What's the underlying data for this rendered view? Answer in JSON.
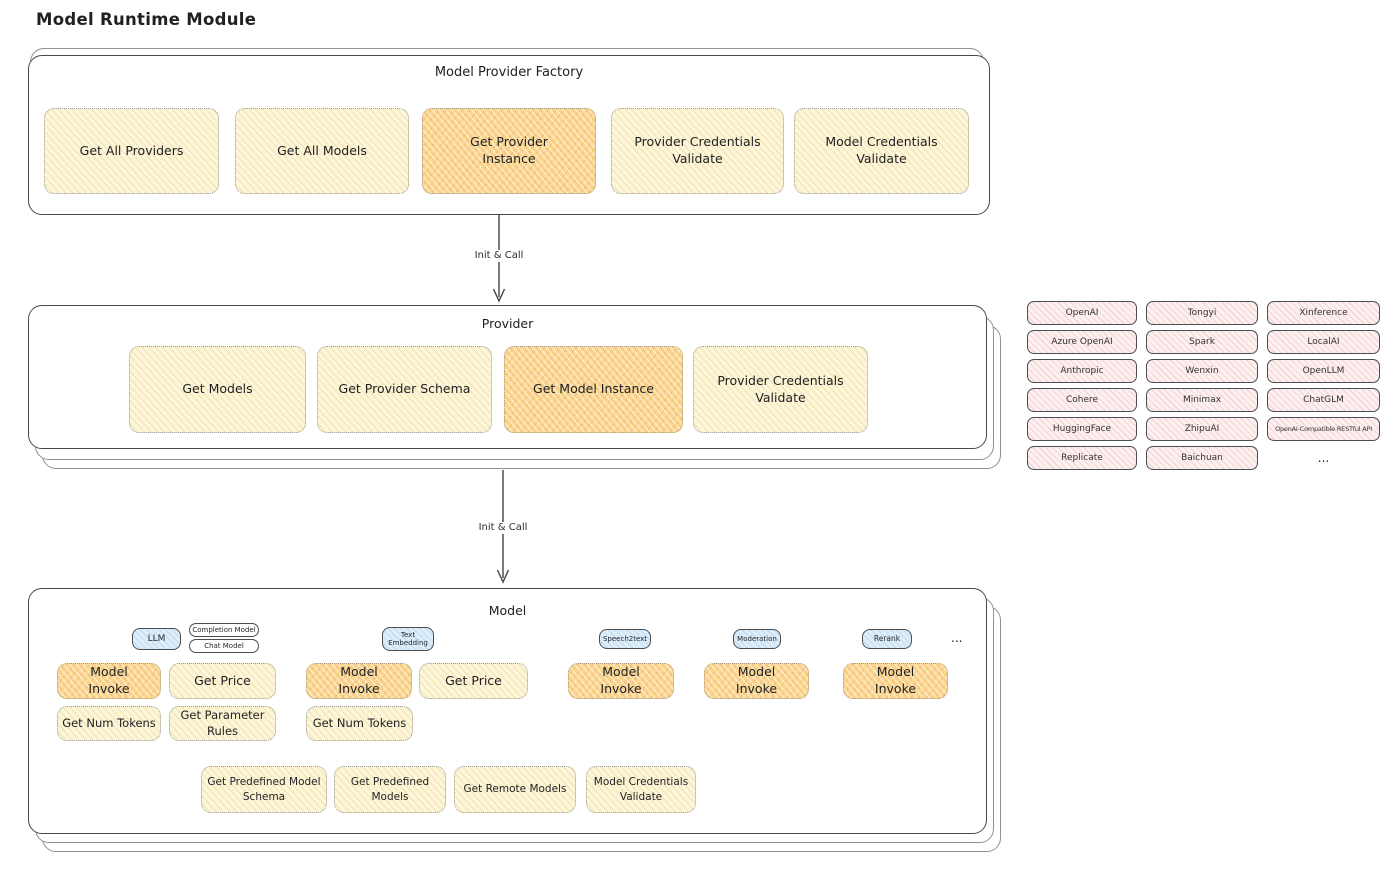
{
  "diagram_title": "Model Runtime Module",
  "colors": {
    "node_yellow": "#fdf6d9",
    "node_orange": "#fad48f",
    "provider_pink": "#fdf0f0",
    "tab_blue": "#ddeefa",
    "panel_border": "#46494e"
  },
  "factory": {
    "title": "Model Provider Factory",
    "nodes": [
      "Get All Providers",
      "Get All Models",
      "Get Provider Instance",
      "Provider Credentials Validate",
      "Model Credentials Validate"
    ]
  },
  "edges": {
    "factory_to_provider": "Init & Call",
    "provider_to_model": "Init & Call"
  },
  "provider": {
    "title": "Provider",
    "nodes": [
      "Get Models",
      "Get Provider Schema",
      "Get Model Instance",
      "Provider Credentials Validate"
    ]
  },
  "provider_list": {
    "column1": [
      "OpenAI",
      "Azure OpenAI",
      "Anthropic",
      "Cohere",
      "HuggingFace",
      "Replicate"
    ],
    "column2": [
      "Tongyi",
      "Spark",
      "Wenxin",
      "Minimax",
      "ZhipuAI",
      "Baichuan"
    ],
    "column3": [
      "Xinference",
      "LocalAI",
      "OpenLLM",
      "ChatGLM",
      "OpenAI-Compatible RESTful API"
    ],
    "more": "..."
  },
  "model": {
    "title": "Model",
    "types": {
      "llm": "LLM",
      "completion_model": "Completion Model",
      "chat_model": "Chat Model",
      "text_embedding": "Text Embedding",
      "speech2text": "Speech2text",
      "moderation": "Moderation",
      "rerank": "Rerank",
      "more": "..."
    },
    "llm_ops": [
      "Model Invoke",
      "Get Price",
      "Get Num Tokens",
      "Get Parameter Rules"
    ],
    "text_embedding_ops": [
      "Model Invoke",
      "Get Price",
      "Get Num Tokens"
    ],
    "speech2text_ops": [
      "Model Invoke"
    ],
    "moderation_ops": [
      "Model Invoke"
    ],
    "rerank_ops": [
      "Model Invoke"
    ],
    "shared_ops": [
      "Get Predefined Model Schema",
      "Get Predefined Models",
      "Get Remote Models",
      "Model Credentials Validate"
    ]
  }
}
